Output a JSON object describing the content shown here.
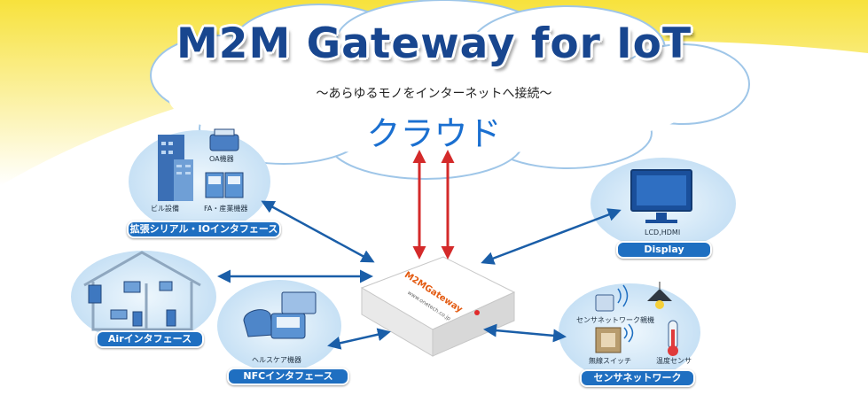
{
  "title": "M2M Gateway for IoT",
  "subtitle": "～あらゆるモノをインターネットへ接続～",
  "cloud_label": "クラウド",
  "device": {
    "brand": "M2MGateway",
    "url": "www.onetech.co.jp"
  },
  "nodes": {
    "serial": {
      "label": "拡張シリアル・IOインタフェース",
      "items": [
        "OA機器",
        "ビル設備",
        "FA・産業機器"
      ]
    },
    "air": {
      "label": "Airインタフェース"
    },
    "nfc": {
      "label": "NFCインタフェース",
      "items": [
        "ヘルスケア機器"
      ]
    },
    "display": {
      "label": "Display",
      "items": [
        "LCD,HDMI"
      ]
    },
    "sensor": {
      "label": "センサネットワーク",
      "items": [
        "センサネットワーク親機",
        "無線スイッチ",
        "温度センサ"
      ]
    }
  },
  "colors": {
    "accent": "#1f6fc1",
    "title": "#18468f",
    "arrow_up": "#d42a2a"
  }
}
